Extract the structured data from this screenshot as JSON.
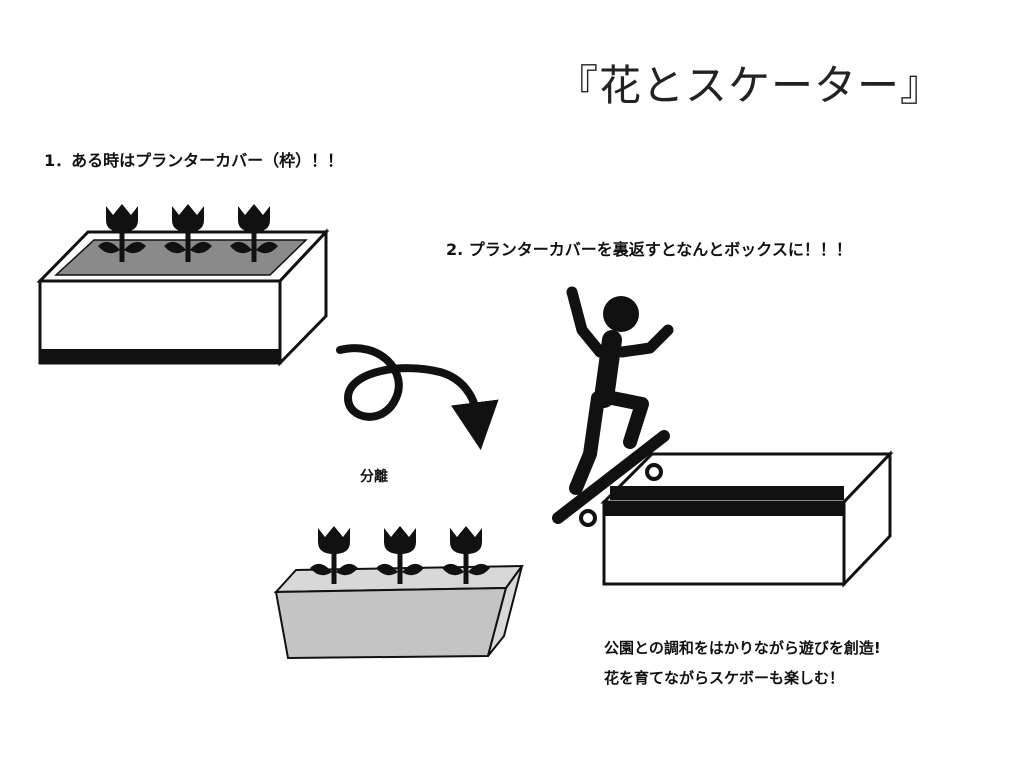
{
  "title": "『花とスケーター』",
  "step1": "1．ある時はプランターカバー（枠）！！",
  "step2": "2. プランターカバーを裏返すとなんとボックスに！！！",
  "separate_label": "分離",
  "notes": [
    "公園との調和をはかりながら遊びを創造!",
    "花を育てながらスケボーも楽しむ！"
  ]
}
